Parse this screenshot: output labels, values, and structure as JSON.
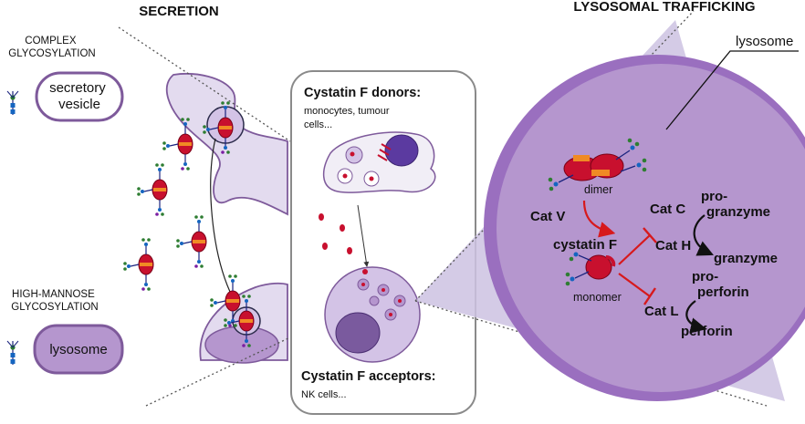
{
  "headings": {
    "secretion": "SECRETION",
    "lysosomal_trafficking": "LYSOSOMAL TRAFFICKING"
  },
  "legend": {
    "complex_line1": "COMPLEX",
    "complex_line2": "GLYCOSYLATION",
    "secretory_line1": "secretory",
    "secretory_line2": "vesicle",
    "high_mannose_line1": "HIGH-MANNOSE",
    "high_mannose_line2": "GLYCOSYLATION",
    "lysosome_box": "lysosome"
  },
  "center_panel": {
    "donors_title": "Cystatin F donors:",
    "donors_line1": "monocytes, tumour",
    "donors_line2": "cells...",
    "acceptors_title": "Cystatin F acceptors:",
    "acceptors_line1": "NK cells..."
  },
  "lysosome_panel": {
    "label": "lysosome",
    "dimer": "dimer",
    "cat_v": "Cat V",
    "cystatin_f": "cystatin F",
    "monomer": "monomer",
    "cat_c": "Cat C",
    "pro_granzyme_1": "pro-",
    "pro_granzyme_2": "granzyme",
    "cat_h": "Cat H",
    "granzyme": "granzyme",
    "pro_perforin_1": "pro-",
    "pro_perforin_2": "perforin",
    "cat_l": "Cat L",
    "perforin": "perforin"
  },
  "colors": {
    "membrane": "#7e5a9b",
    "cell_fill": "#e3dbef",
    "lysosome_fill": "#b596ce",
    "lysosome_rim": "#9a6fbf",
    "protein": "#c8102e",
    "inhibition": "#d7191c",
    "text": "#111111"
  }
}
